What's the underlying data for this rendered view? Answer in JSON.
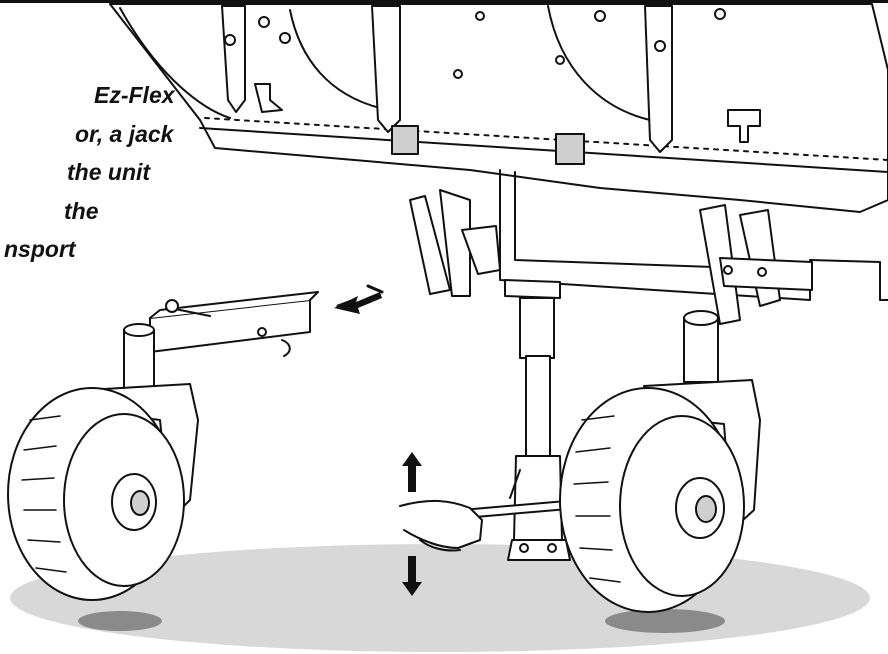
{
  "caption": {
    "lines": [
      "Ez-Flex",
      "or, a jack",
      "the unit",
      "the",
      "nsport"
    ]
  },
  "colors": {
    "ink": "#111111",
    "shadow": "#cfcfcf",
    "paper": "#ffffff"
  }
}
